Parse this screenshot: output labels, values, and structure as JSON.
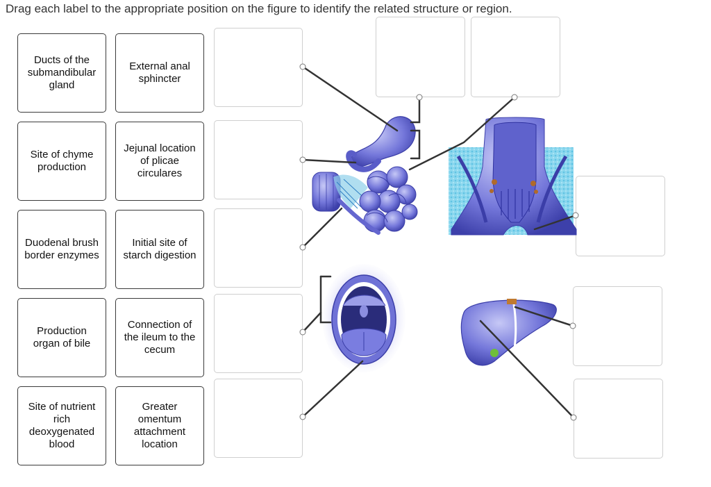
{
  "instruction": "Drag each label to the appropriate position on the figure to identify the related structure or region.",
  "labels": [
    {
      "text": "Ducts of the submandibular gland"
    },
    {
      "text": "External anal sphincter"
    },
    {
      "text": "Site of chyme production"
    },
    {
      "text": "Jejunal location of plicae circulares"
    },
    {
      "text": "Duodenal brush border enzymes"
    },
    {
      "text": "Initial site of starch digestion"
    },
    {
      "text": "Production organ of bile"
    },
    {
      "text": "Connection of the ileum to the cecum"
    },
    {
      "text": "Site of nutrient rich deoxygenated blood"
    },
    {
      "text": "Greater omentum attachment location"
    }
  ],
  "colors": {
    "organ": "#6f72d6",
    "organ_dark": "#3b3ea8",
    "organ_light": "#b7b9f0",
    "anal_bg": "#7fd3ec",
    "leader": "#333333",
    "drop_border": "#cfcfcf",
    "label_border": "#3a3a3a"
  }
}
